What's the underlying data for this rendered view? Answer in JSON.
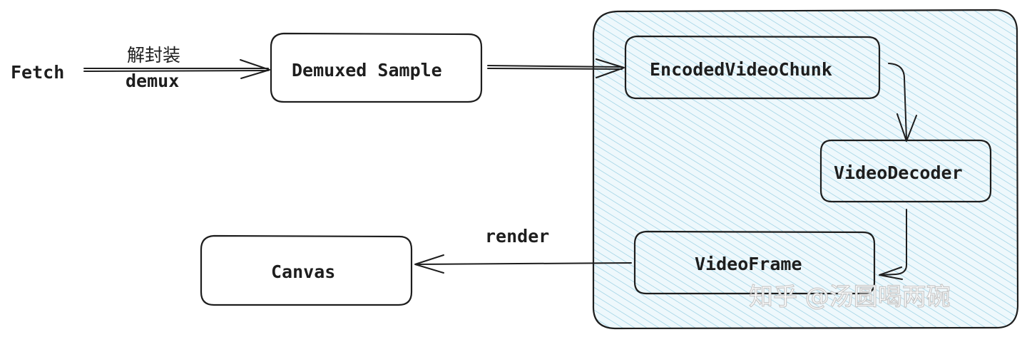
{
  "nodes": {
    "fetch": "Fetch",
    "demuxed_sample": "Demuxed Sample",
    "encoded_video_chunk": "EncodedVideoChunk",
    "video_decoder": "VideoDecoder",
    "video_frame": "VideoFrame",
    "canvas": "Canvas"
  },
  "edges": {
    "demux_cn": "解封装",
    "demux_en": "demux",
    "render": "render"
  },
  "watermark": "知乎 @汤圆喝两碗",
  "colors": {
    "stroke": "#1e1e1e",
    "hatch": "#a5d8ea",
    "group_fill": "#e6f5fb"
  }
}
